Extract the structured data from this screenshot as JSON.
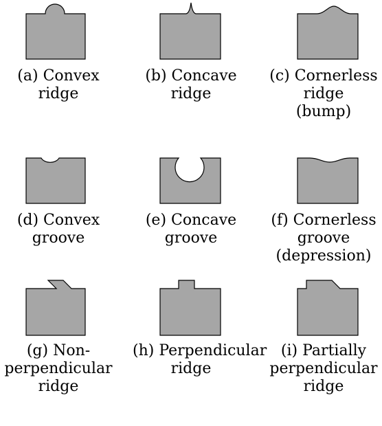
{
  "panels": [
    {
      "id": "a",
      "lines": [
        "(a) Convex",
        "ridge"
      ]
    },
    {
      "id": "b",
      "lines": [
        "(b) Concave",
        "ridge"
      ]
    },
    {
      "id": "c",
      "lines": [
        "(c) Cornerless",
        "ridge",
        "(bump)"
      ]
    },
    {
      "id": "d",
      "lines": [
        "(d) Convex",
        "groove"
      ]
    },
    {
      "id": "e",
      "lines": [
        "(e) Concave",
        "groove"
      ]
    },
    {
      "id": "f",
      "lines": [
        "(f) Cornerless",
        "groove",
        "(depression)"
      ]
    },
    {
      "id": "g",
      "lines": [
        "(g) Non-",
        "perpendicular",
        "ridge"
      ]
    },
    {
      "id": "h",
      "lines": [
        "(h) Perpendicular",
        "ridge"
      ]
    },
    {
      "id": "i",
      "lines": [
        "(i) Partially",
        "perpendicular",
        "ridge"
      ]
    }
  ],
  "colors": {
    "shape_fill": "#a6a6a6",
    "shape_stroke": "#000000"
  }
}
